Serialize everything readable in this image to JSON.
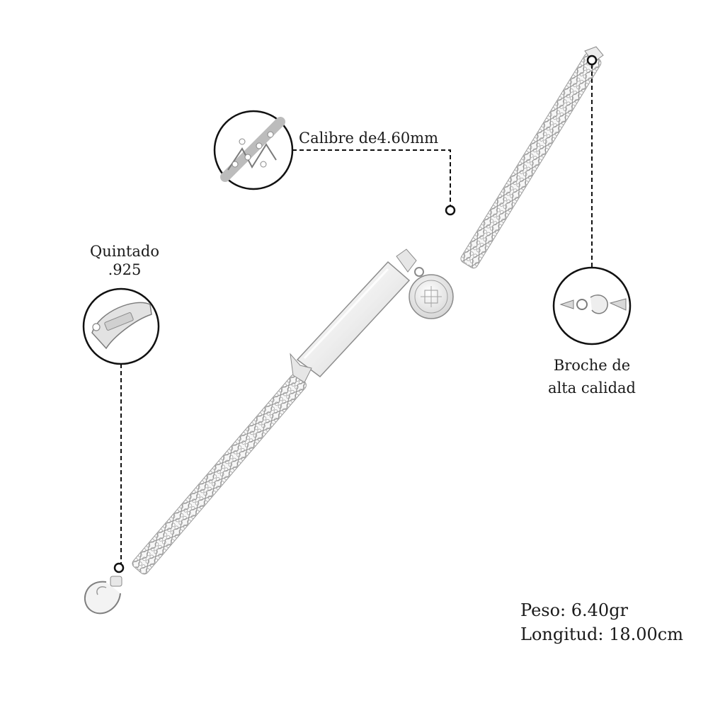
{
  "callouts": {
    "gauge": {
      "text": "Calibre de4.60mm"
    },
    "silver": {
      "line1": "Quintado",
      "line2": ".925"
    },
    "clasp": {
      "line1": "Broche de",
      "line2": "alta calidad"
    }
  },
  "specs": {
    "weight": "Peso: 6.40gr",
    "length": "Longitud: 18.00cm"
  },
  "colors": {
    "text": "#1a1a1a",
    "outline": "#111111",
    "silver_light": "#f4f4f4",
    "silver_mid": "#c8c8c8",
    "silver_dark": "#8a8a8a"
  }
}
